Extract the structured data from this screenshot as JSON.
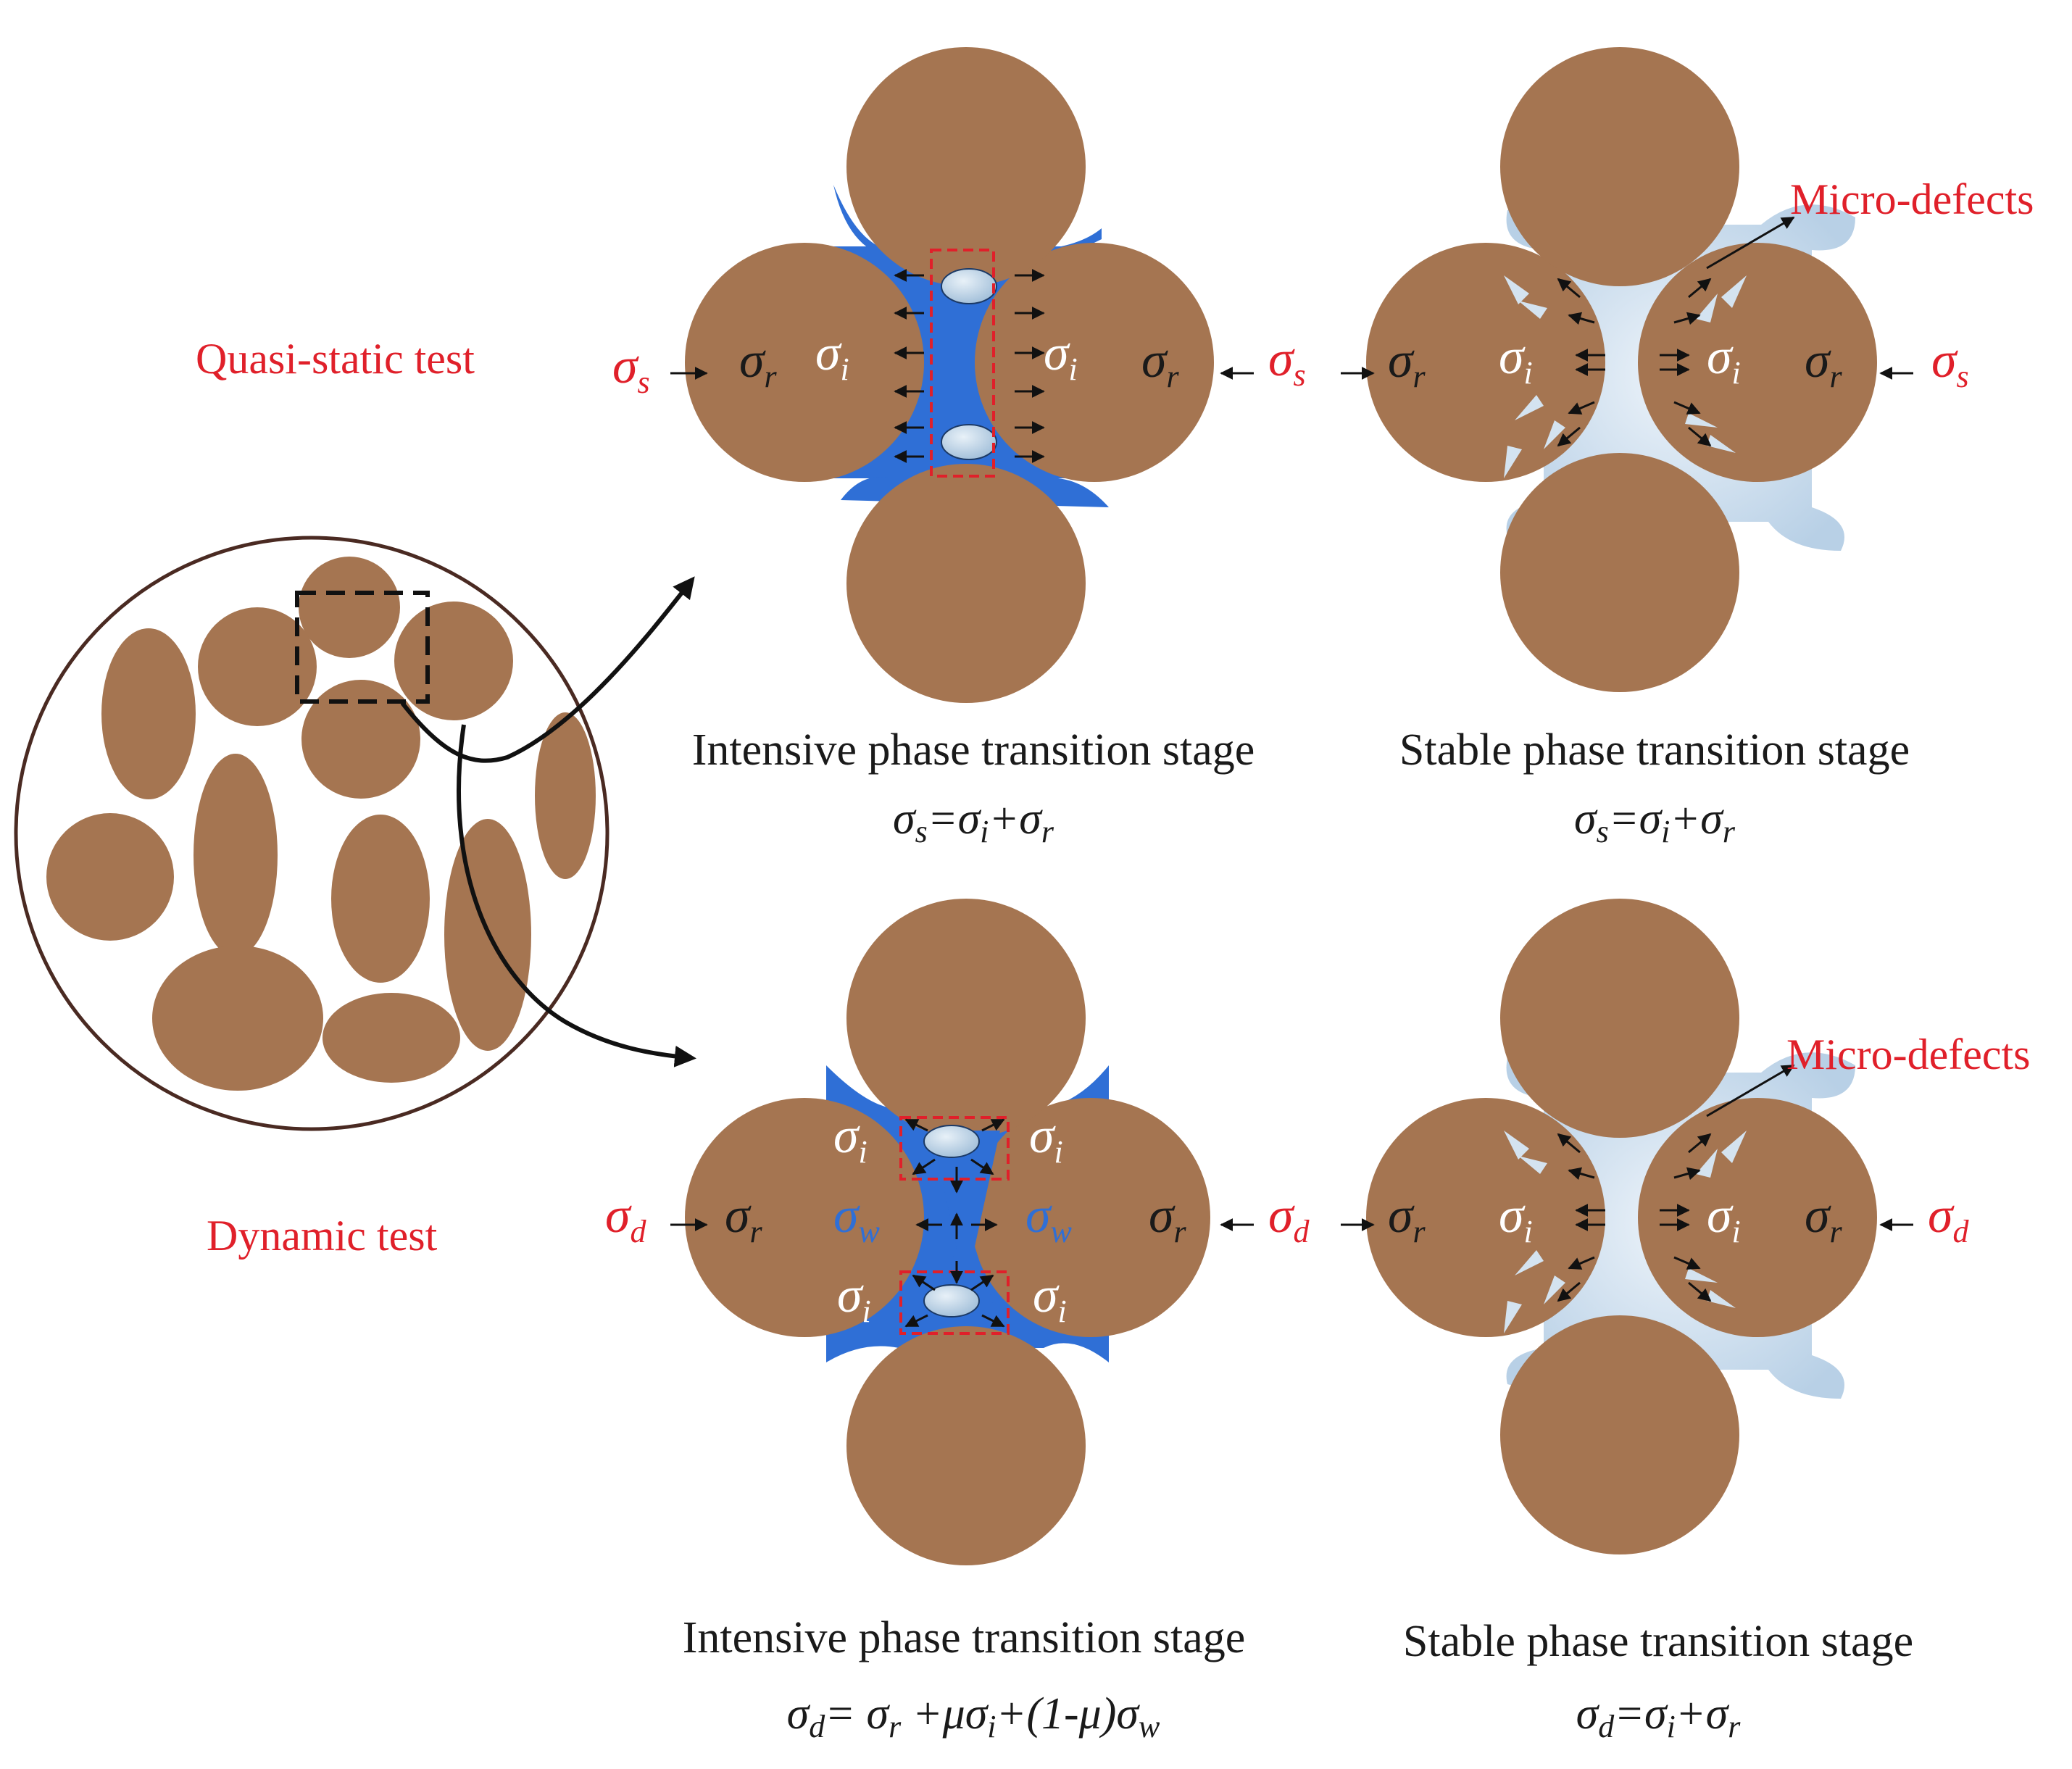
{
  "tests": {
    "quasi_static": "Quasi-static test",
    "dynamic": "Dynamic test"
  },
  "annotations": {
    "micro_defects_top": "Micro-defects",
    "micro_defects_bottom": "Micro-defects"
  },
  "captions": {
    "top_intensive": "Intensive phase transition stage",
    "top_stable": "Stable phase transition stage",
    "bottom_intensive": "Intensive phase transition stage",
    "bottom_stable": "Stable phase transition stage"
  },
  "symbols": {
    "sigma": "σ",
    "s": "s",
    "r": "r",
    "i": "i",
    "d": "d",
    "w": "w"
  },
  "equations": {
    "top_intensive": {
      "lhs": "σ",
      "lhs_sub": "s",
      "eq": "=σ",
      "t1_sub": "i",
      "plus": "+σ",
      "t2_sub": "r"
    },
    "top_stable": {
      "lhs": "σ",
      "lhs_sub": "s",
      "eq": "=σ",
      "t1_sub": "i",
      "plus": "+σ",
      "t2_sub": "r"
    },
    "bottom_intensive": {
      "p1": "σ",
      "p1_sub": "d",
      "p2": "= σ",
      "p2_sub": "r",
      "p3": " +μσ",
      "p3_sub": "i",
      "p4": "+(1-μ)σ",
      "p4_sub": "w"
    },
    "bottom_stable": {
      "lhs": "σ",
      "lhs_sub": "d",
      "eq": "=σ",
      "t1_sub": "i",
      "plus": "+σ",
      "t2_sub": "r"
    }
  },
  "colors": {
    "particle": "#a57551",
    "water": "#2f6fd6",
    "ice": "#c9dcec",
    "label_red": "#e0202a",
    "dash_red": "#e0202a"
  }
}
